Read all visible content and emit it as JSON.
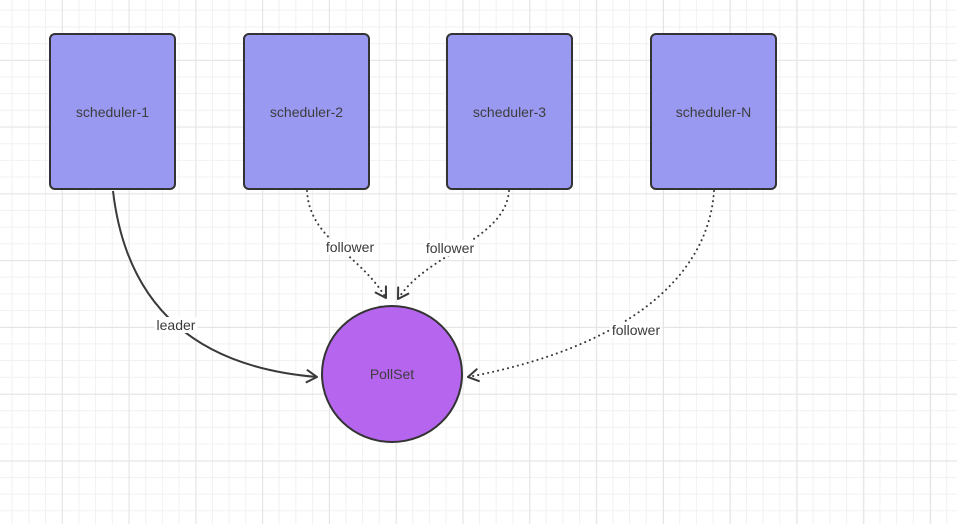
{
  "diagram": {
    "kind": "flow-diagram",
    "nodes": [
      {
        "id": "scheduler-1",
        "label": "scheduler-1",
        "shape": "rectangle"
      },
      {
        "id": "scheduler-2",
        "label": "scheduler-2",
        "shape": "rectangle"
      },
      {
        "id": "scheduler-3",
        "label": "scheduler-3",
        "shape": "rectangle"
      },
      {
        "id": "scheduler-N",
        "label": "scheduler-N",
        "shape": "rectangle"
      },
      {
        "id": "pollset",
        "label": "PollSet",
        "shape": "circle"
      }
    ],
    "edges": [
      {
        "from": "scheduler-1",
        "to": "pollset",
        "label": "leader",
        "style": "solid"
      },
      {
        "from": "scheduler-2",
        "to": "pollset",
        "label": "follower",
        "style": "dotted"
      },
      {
        "from": "scheduler-3",
        "to": "pollset",
        "label": "follower",
        "style": "dotted"
      },
      {
        "from": "scheduler-N",
        "to": "pollset",
        "label": "follower",
        "style": "dotted"
      }
    ],
    "colors": {
      "scheduler_fill": "#9a99f2",
      "pollset_fill": "#b565ee",
      "shape_border": "#333333",
      "edge_stroke": "#3a3a3a",
      "node_text": "#3d3d3d",
      "label_text": "#3a3a3a",
      "grid_minor": "#f1f1f1",
      "grid_major": "#e4e4e4",
      "canvas_bg": "#ffffff"
    }
  }
}
